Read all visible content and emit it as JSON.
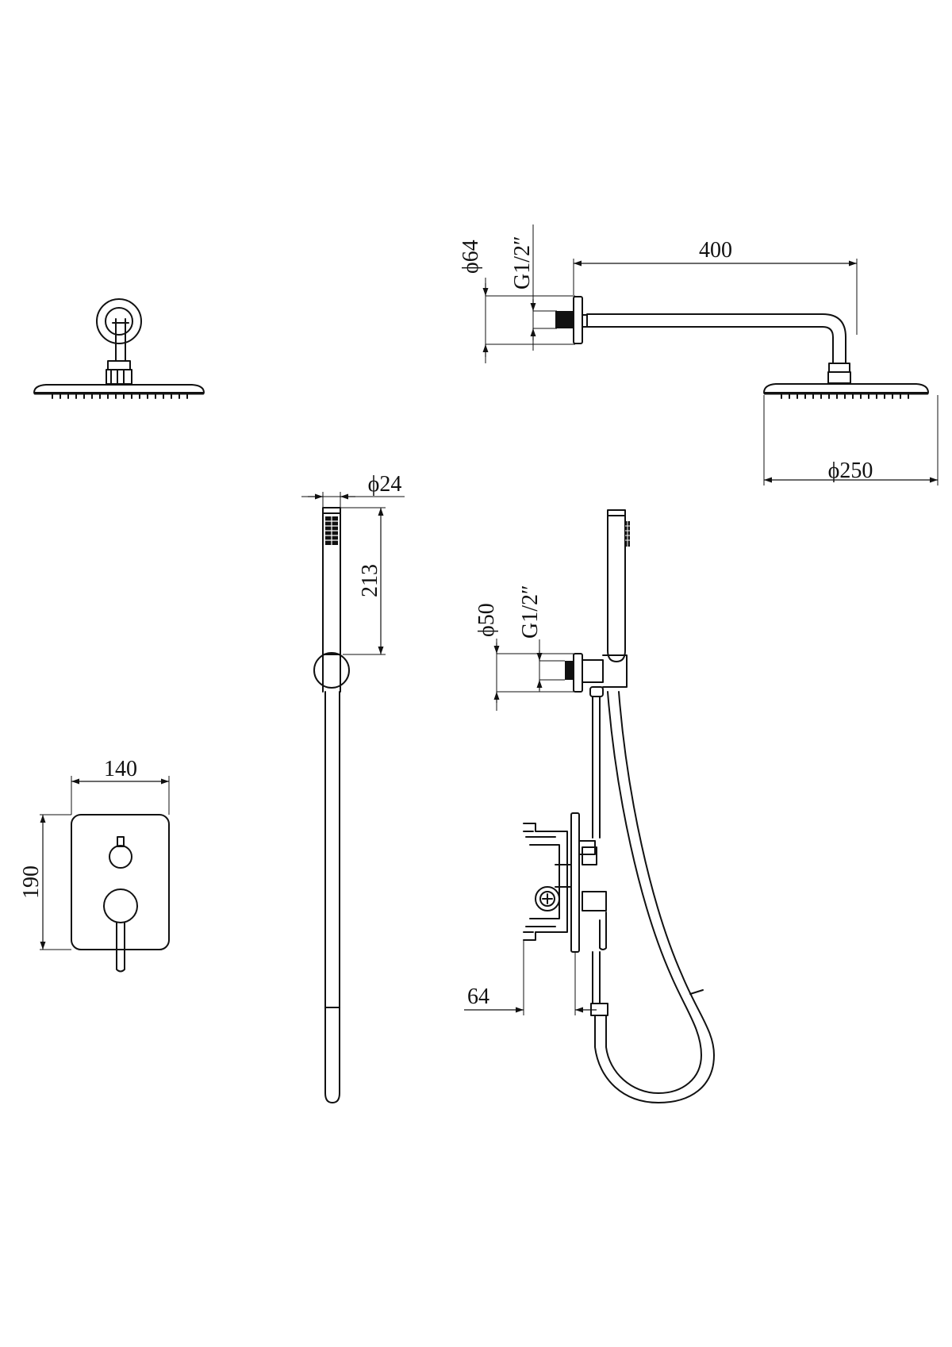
{
  "dimensions": {
    "shower_head_inlet_diameter": "ϕ64",
    "shower_head_thread": "G1/2″",
    "shower_arm_length": "400",
    "shower_head_diameter": "ϕ250",
    "hand_shower_diameter": "ϕ24",
    "hand_shower_length": "213",
    "wall_outlet_diameter": "ϕ50",
    "wall_outlet_thread": "G1/2″",
    "mixer_plate_width": "140",
    "mixer_plate_height": "190",
    "mixer_body_depth": "64"
  },
  "colors": {
    "line": "#111111",
    "background": "#ffffff"
  }
}
